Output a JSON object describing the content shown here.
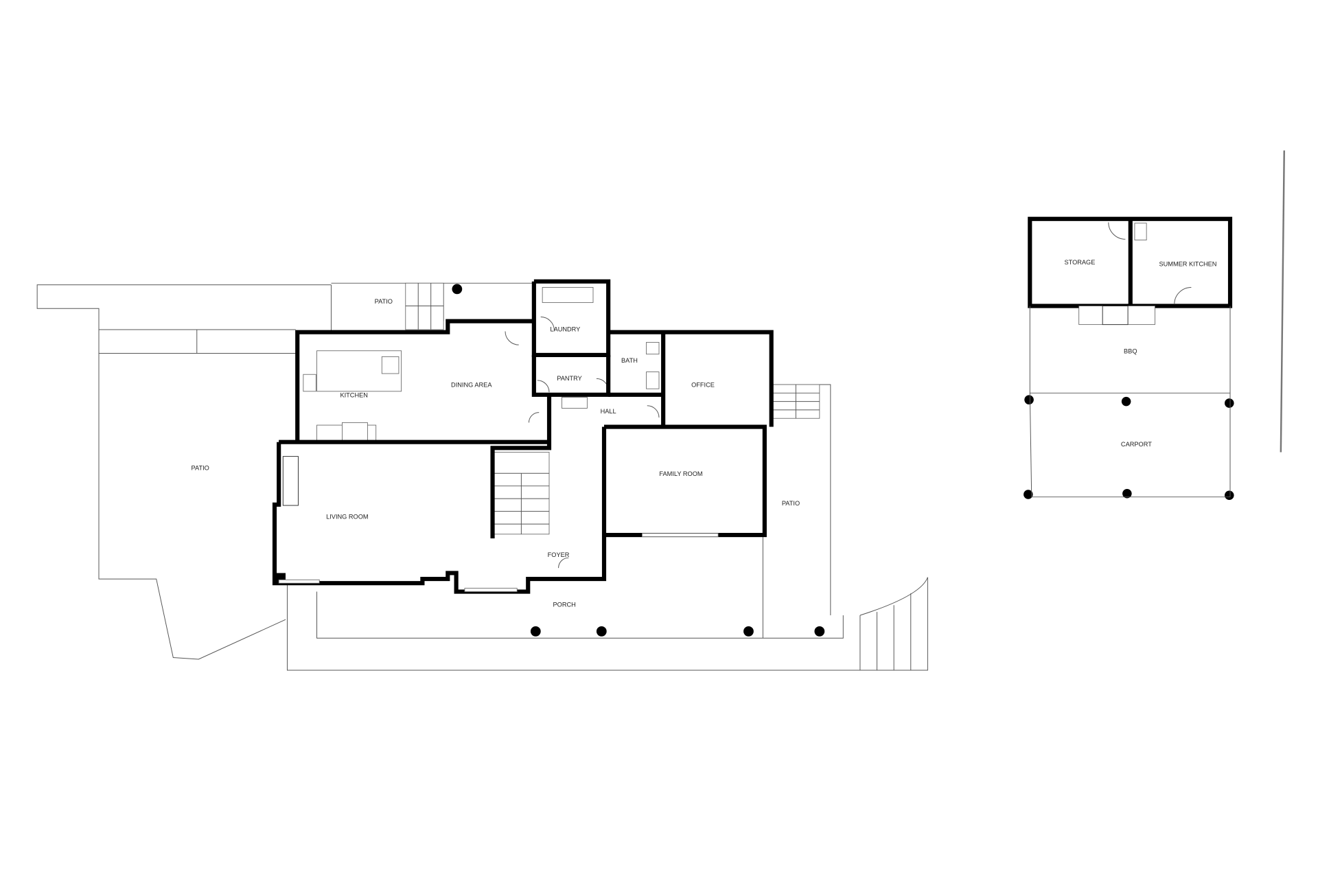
{
  "plan": {
    "rooms": {
      "patio_top": "PATIO",
      "laundry": "LAUNDRY",
      "bath": "BATH",
      "pantry": "PANTRY",
      "kitchen": "KITCHEN",
      "dining_area": "DINING AREA",
      "hall": "HALL",
      "office": "OFFICE",
      "family_room": "FAMILY ROOM",
      "patio_left": "PATIO",
      "living_room": "LIVING ROOM",
      "patio_right": "PATIO",
      "foyer": "FOYER",
      "porch": "PORCH",
      "storage": "STORAGE",
      "summer_kitchen": "SUMMER KITCHEN",
      "bbq": "BBQ",
      "carport": "CARPORT"
    }
  }
}
